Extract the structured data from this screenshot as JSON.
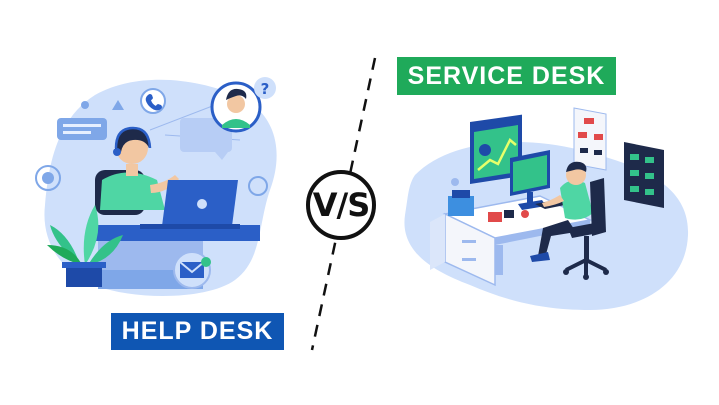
{
  "labels": {
    "service_desk": "SERVICE DESK",
    "help_desk": "HELP DESK",
    "versus": "V/S",
    "question_mark": "?"
  },
  "colors": {
    "service_green": "#1faa5a",
    "help_blue": "#0f56b3",
    "blob_blue": "#cfe0fb",
    "divider": "#111111"
  },
  "icons": [
    "chat-bubble-icon",
    "phone-icon",
    "question-icon",
    "mail-icon",
    "plant-icon",
    "laptop-icon",
    "monitor-chart-icon",
    "office-chair-icon",
    "filing-cabinet-icon"
  ]
}
